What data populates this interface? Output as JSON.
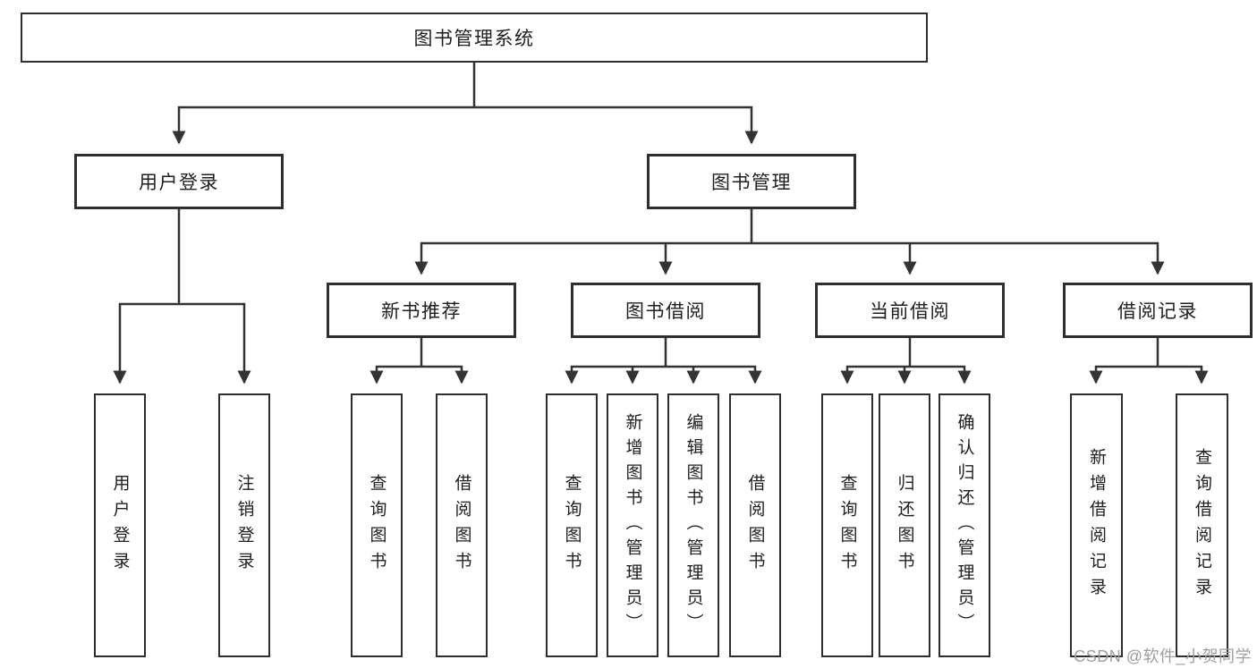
{
  "canvas": {
    "background": "#ffffff",
    "line_color": "#333333",
    "box_border_color": "#2e2e2e",
    "text_color": "#1f1f1f",
    "watermark_color": "#9e9e9e"
  },
  "watermark": {
    "text": "CSDN @软件_小贺同学"
  },
  "nodes": {
    "root": {
      "label": "图书管理系统"
    },
    "user_login": {
      "label": "用户登录"
    },
    "book_management": {
      "label": "图书管理"
    },
    "new_book_recommend": {
      "label": "新书推荐"
    },
    "book_borrow": {
      "label": "图书借阅"
    },
    "current_borrow": {
      "label": "当前借阅"
    },
    "borrow_records": {
      "label": "借阅记录"
    },
    "leaf_user_login": {
      "label": "用户登录"
    },
    "leaf_logout": {
      "label": "注销登录"
    },
    "leaf_nb_query_books": {
      "label": "查询图书"
    },
    "leaf_nb_borrow_books": {
      "label": "借阅图书"
    },
    "leaf_bb_query_books": {
      "label": "查询图书"
    },
    "leaf_bb_add_books": {
      "label": "新增图书（管理员）"
    },
    "leaf_bb_edit_books": {
      "label": "编辑图书（管理员）"
    },
    "leaf_bb_borrow_books": {
      "label": "借阅图书"
    },
    "leaf_cb_query_books": {
      "label": "查询图书"
    },
    "leaf_cb_return_books": {
      "label": "归还图书"
    },
    "leaf_cb_confirm_return": {
      "label": "确认归还（管理员）"
    },
    "leaf_br_add_record": {
      "label": "新增借阅记录"
    },
    "leaf_br_query_record": {
      "label": "查询借阅记录"
    }
  }
}
